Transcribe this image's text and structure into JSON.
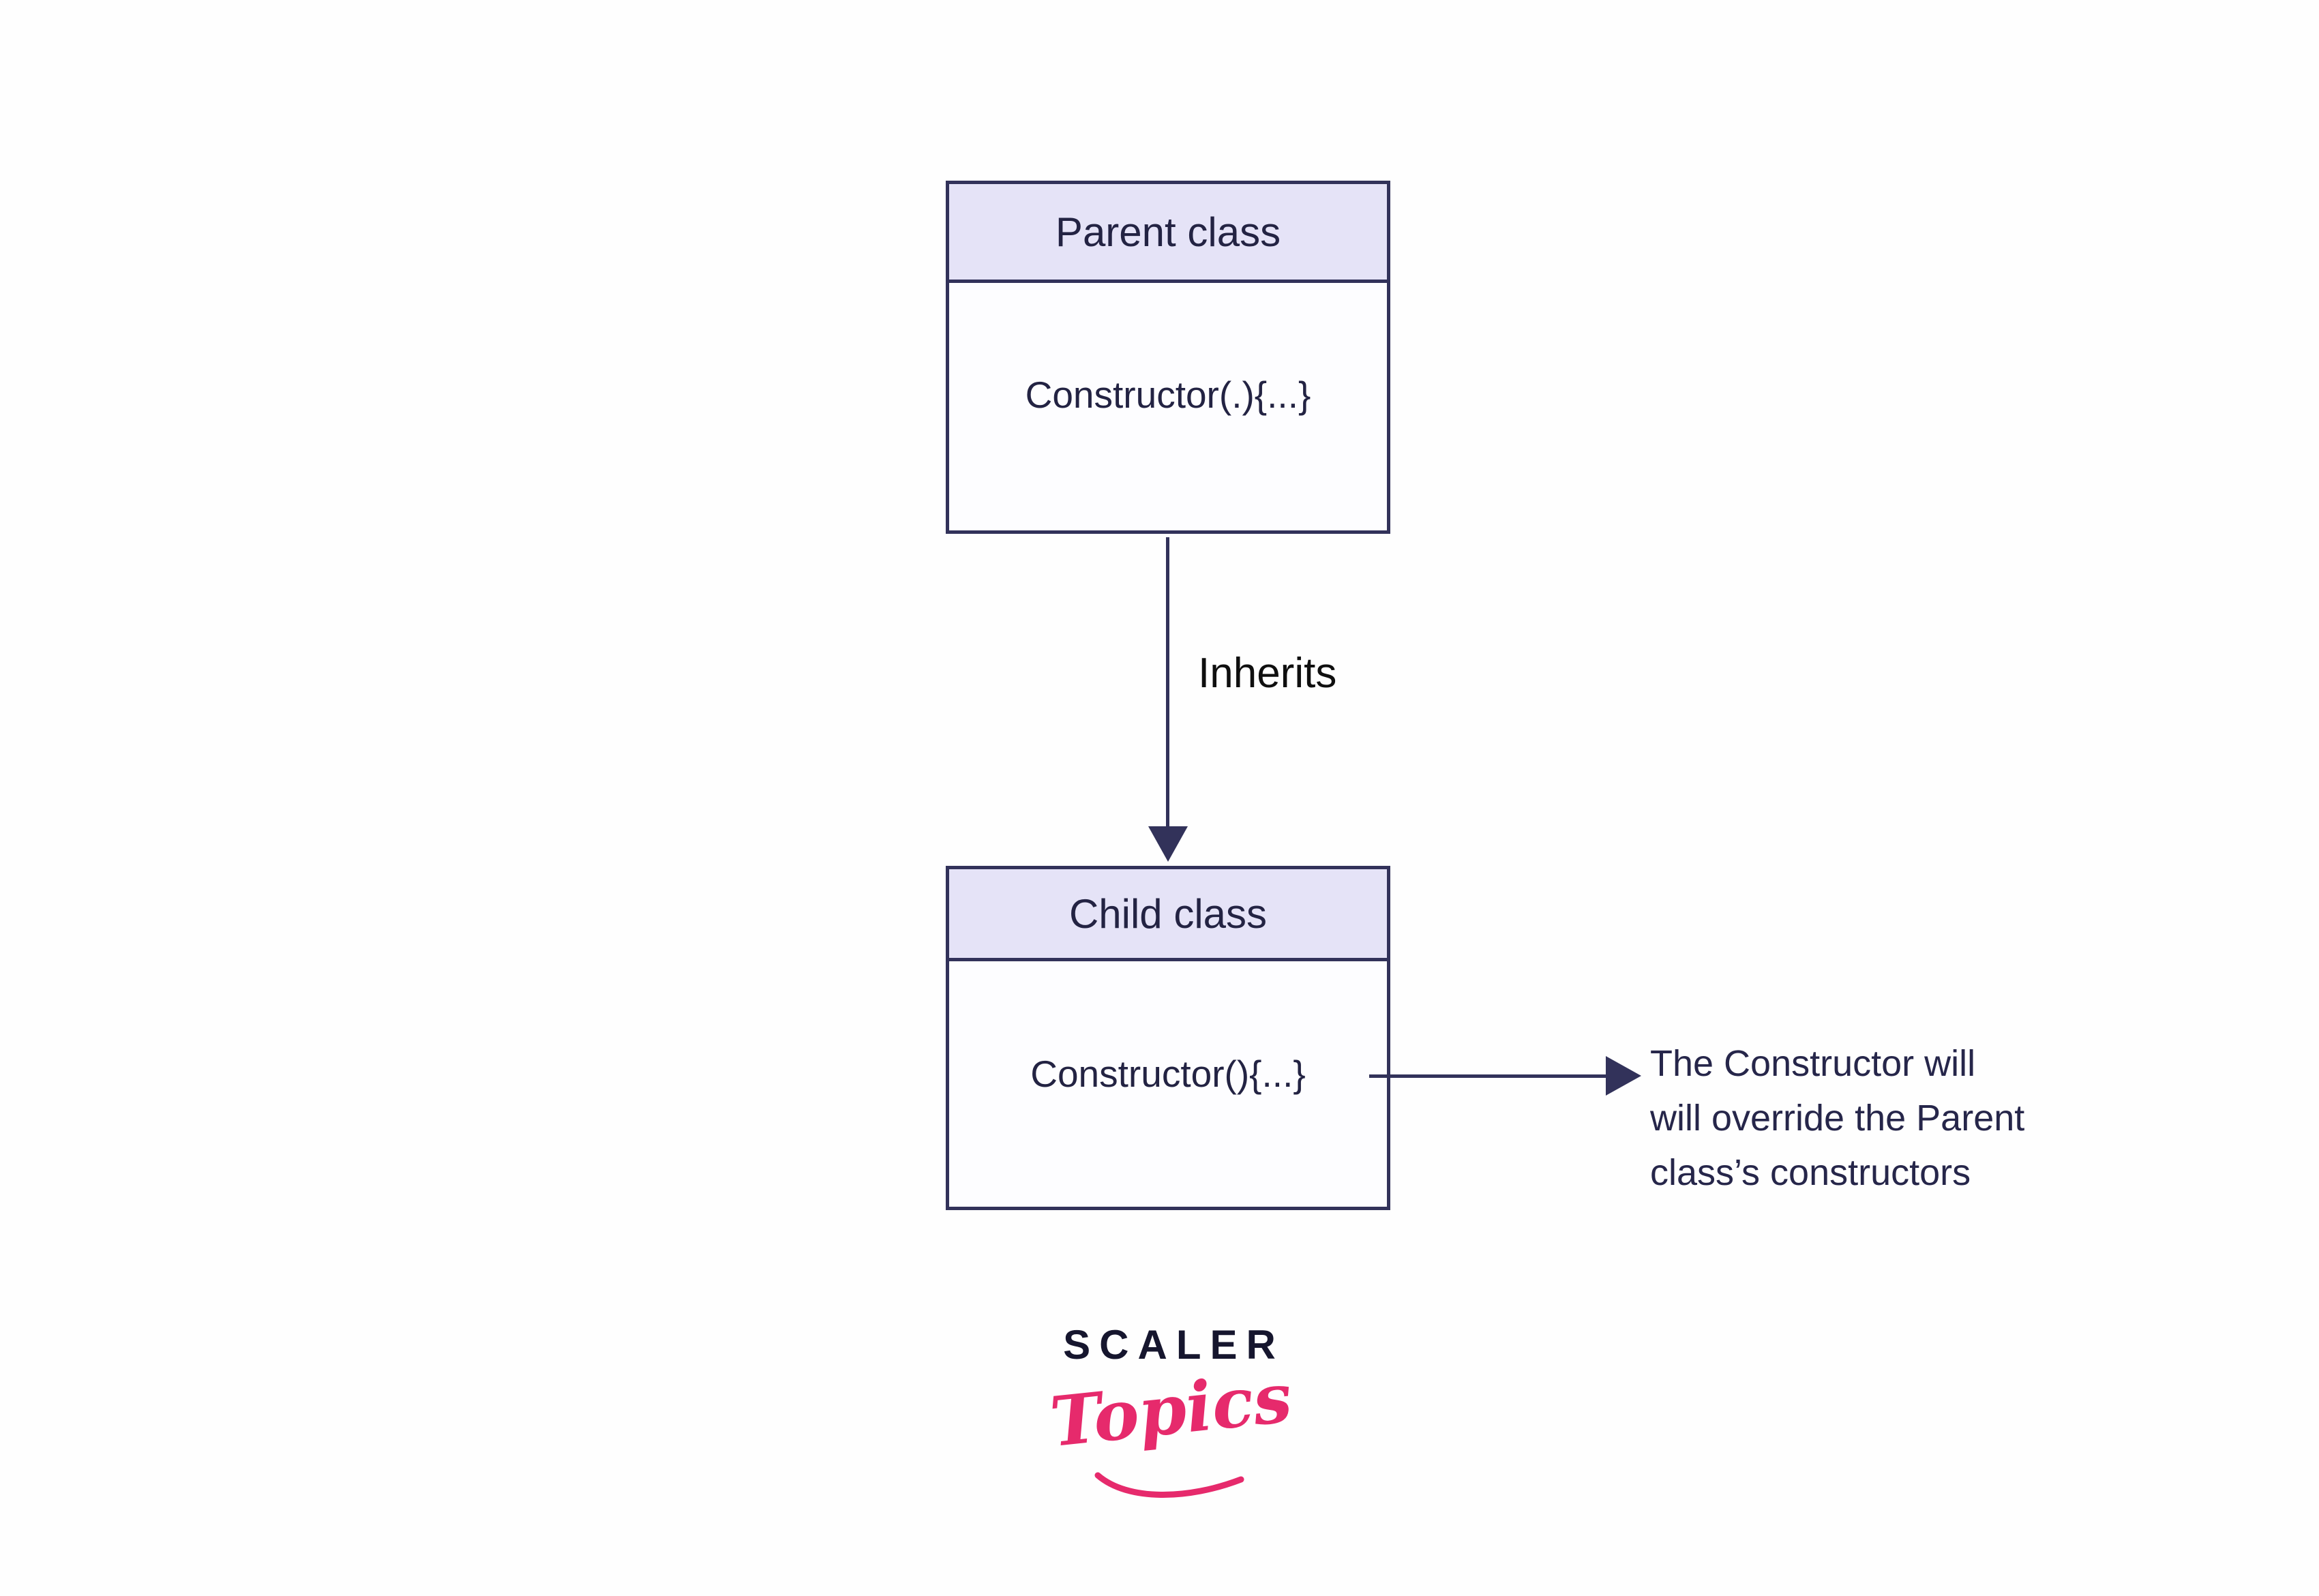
{
  "diagram": {
    "parent_box": {
      "title": "Parent class",
      "member": "Constructor(.){...}"
    },
    "child_box": {
      "title": "Child class",
      "member": "Constructor(){...}"
    },
    "inherits_arrow_label": "Inherits",
    "annotation_text": "The Constructor will\nwill override the Parent\nclass’s constructors",
    "edges": [
      {
        "from": "Parent class",
        "to": "Child class",
        "label": "Inherits",
        "direction": "down"
      },
      {
        "from": "Child class constructor",
        "to": "annotation text",
        "label": "",
        "direction": "right"
      }
    ]
  },
  "logo": {
    "brand": "SCALER",
    "sub_brand": "Topics"
  },
  "colors": {
    "box_border_navy": "#32325a",
    "header_lavender": "#e5e3f7",
    "box_body_white": "#fdfdff",
    "box_text_navy": "#232343",
    "inherits_label_black": "#0f0f0f",
    "annotation_text_navy": "#26264a",
    "logo_brand_dark": "#16162e",
    "logo_sub_pink": "#e62a6c",
    "page_background": "#fefefe"
  }
}
